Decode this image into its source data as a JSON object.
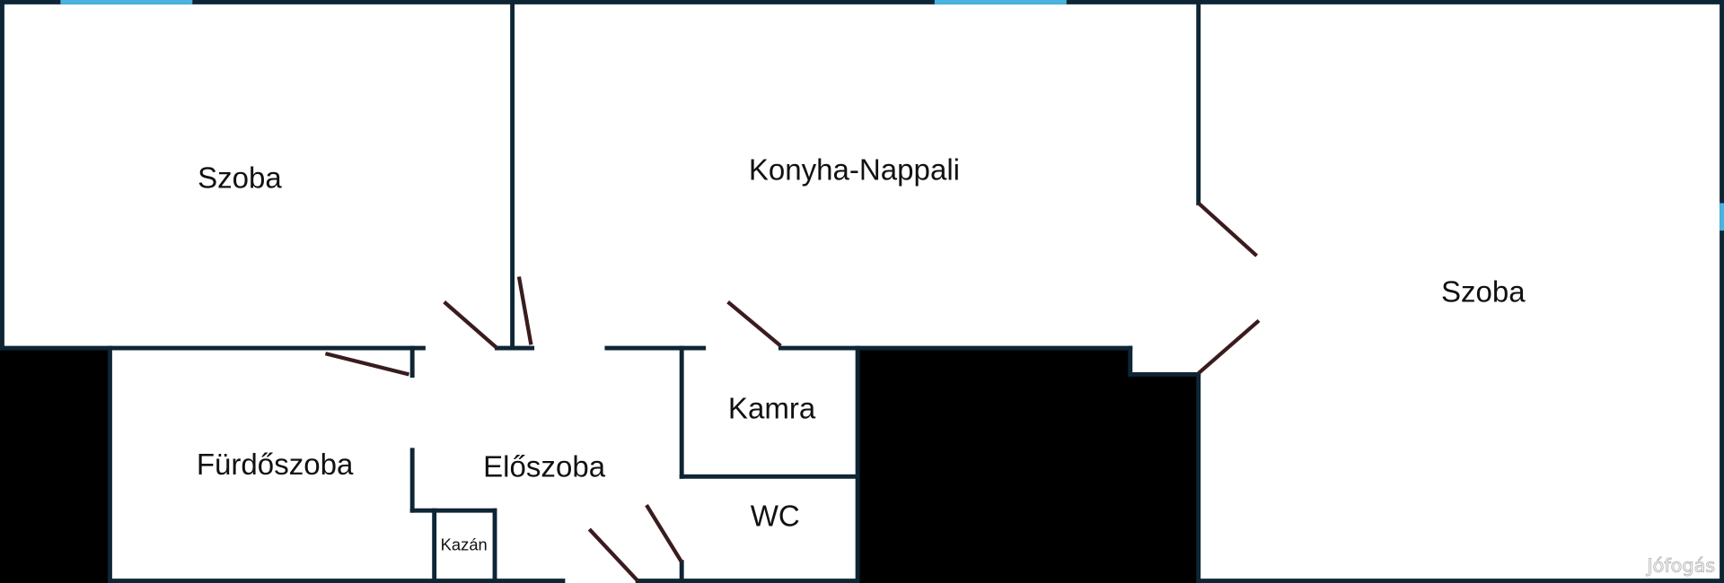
{
  "floorplan": {
    "rooms": {
      "szoba_left": "Szoba",
      "konyha_nappali": "Konyha-Nappali",
      "szoba_right": "Szoba",
      "kamra": "Kamra",
      "furdoszoba": "Fürdőszoba",
      "eloszoba": "Előszoba",
      "wc": "WC",
      "kazan": "Kazán"
    },
    "watermark": "Jófogás"
  }
}
